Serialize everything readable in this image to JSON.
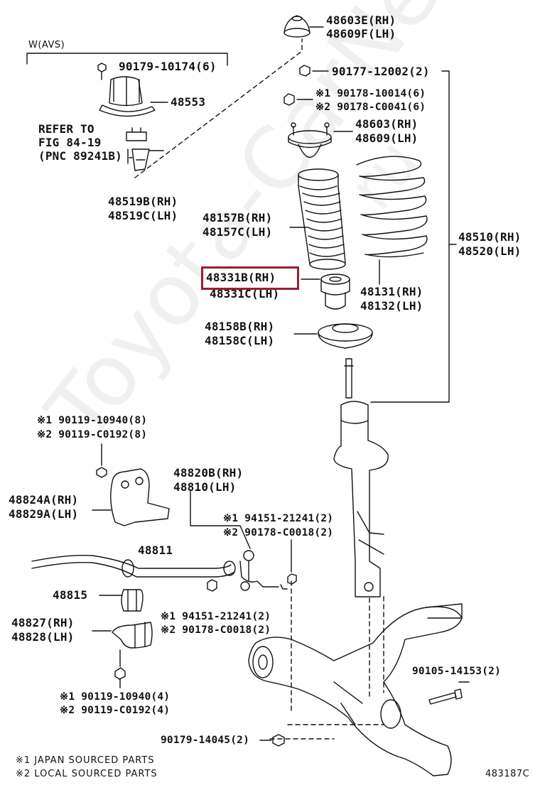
{
  "watermark": {
    "brand": "Toyota-CarNet",
    "domain": "ru"
  },
  "labels": {
    "p48603e": "48603E(RH)",
    "p48609f": "48609F(LH)",
    "wavs": "W(AVS)",
    "p90179_10174": "90179-10174(6)",
    "p48553": "48553",
    "refer1": "REFER TO",
    "refer2": "FIG 84-19",
    "refer3": "(PNC 89241B)",
    "p48519b": "48519B(RH)",
    "p48519c": "48519C(LH)",
    "p90177": "90177-12002(2)",
    "j90178_10014": "※1 90178-10014(6)",
    "l90178_c0041": "※2 90178-C0041(6)",
    "p48603": "48603(RH)",
    "p48609": "48609(LH)",
    "p48157b": "48157B(RH)",
    "p48157c": "48157C(LH)",
    "p48510": "48510(RH)",
    "p48520": "48520(LH)",
    "p48331b": "48331B(RH)",
    "p48331c": "48331C(LH)",
    "p48131": "48131(RH)",
    "p48132": "48132(LH)",
    "p48158b": "48158B(RH)",
    "p48158c": "48158C(LH)",
    "j90119_10940_8": "※1 90119-10940(8)",
    "l90119_c0192_8": "※2 90119-C0192(8)",
    "p48820b": "48820B(RH)",
    "p48810": "48810(LH)",
    "p48824a": "48824A(RH)",
    "p48829a": "48829A(LH)",
    "j94151_a": "※1 94151-21241(2)",
    "l90178_c0018_a": "※2 90178-C0018(2)",
    "p48811": "48811",
    "p48815": "48815",
    "j94151_b": "※1 94151-21241(2)",
    "l90178_c0018_b": "※2 90178-C0018(2)",
    "p48827": "48827(RH)",
    "p48828": "48828(LH)",
    "p90105": "90105-14153(2)",
    "j90119_10940_4": "※1 90119-10940(4)",
    "l90119_c0192_4": "※2 90119-C0192(4)",
    "p90179_14045": "90179-14045(2)"
  },
  "footer": {
    "note1": "※1 JAPAN SOURCED PARTS",
    "note2": "※2 LOCAL SOURCED PARTS",
    "figure_code": "483187C"
  },
  "highlight_color": "#9b1c34"
}
